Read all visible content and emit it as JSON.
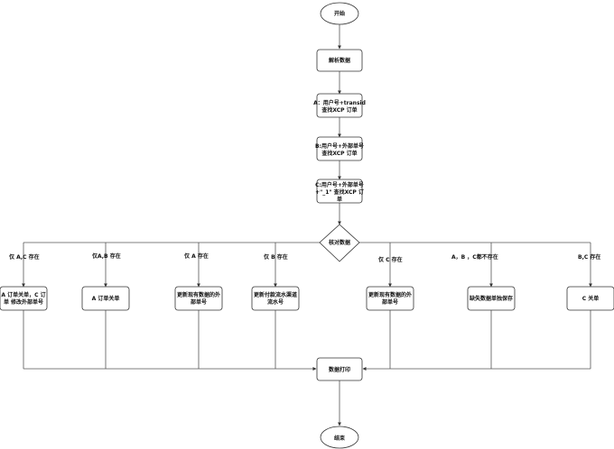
{
  "diagram": {
    "start": "开始",
    "parse": "解析数据",
    "lookup_a": [
      "A：用户号+transid",
      "查找XCP 订单"
    ],
    "lookup_b": [
      "B:用户号+外部单号",
      "查找XCP 订单"
    ],
    "lookup_c": [
      "C:用户号+外部单号",
      "+\"_1\" 查找XCP 订",
      "单"
    ],
    "decision": "核对数据",
    "branches": [
      {
        "condition": "仅 A,C 存在",
        "action": [
          "A 订单关单，C 订",
          "单 修改外部单号"
        ]
      },
      {
        "condition": "仅A,B 存在",
        "action": [
          "A 订单关单"
        ]
      },
      {
        "condition": "仅 A 存在",
        "action": [
          "更新现有数据的外",
          "部单号"
        ]
      },
      {
        "condition": "仅 B 存在",
        "action": [
          "更新付款流水渠道",
          "流水号"
        ]
      },
      {
        "condition": "仅 C 存在",
        "action": [
          "更新现有数据的外",
          "部单号"
        ]
      },
      {
        "condition": "A，B ，C都不存在",
        "action": [
          "缺失数据单独保存"
        ]
      },
      {
        "condition": "B,C 存在",
        "action": [
          "C 关单"
        ]
      }
    ],
    "print": "数据打印",
    "end": "结束"
  }
}
